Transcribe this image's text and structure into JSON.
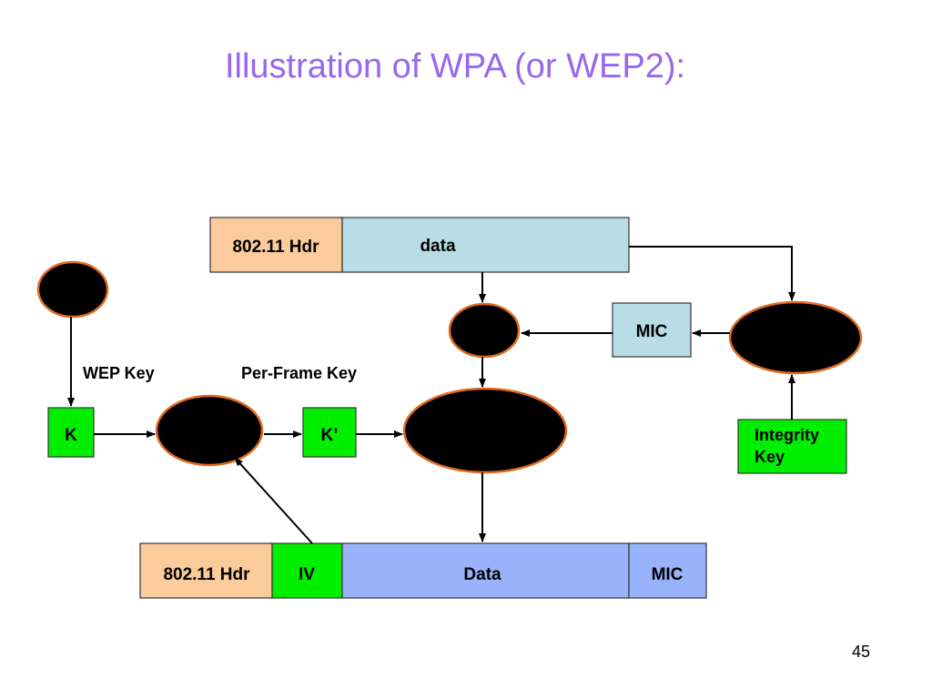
{
  "title": "Illustration of WPA (or WEP2):",
  "page_number": "45",
  "colors": {
    "title": "#9966ee",
    "header_fill": "#fccb9c",
    "plain_data_fill": "#b8dde6",
    "encrypted_fill": "#99b2fc",
    "key_fill": "#00ee00",
    "op_fill": "#000000",
    "op_outline": "#e06a1e"
  },
  "top_frame": {
    "header": "802.11 Hdr",
    "data": "data"
  },
  "labels": {
    "wep_key": "WEP Key",
    "per_frame_key": "Per-Frame Key"
  },
  "boxes": {
    "k": "K",
    "k_prime": "K’",
    "mic": "MIC",
    "integrity_key_line1": "Integrity",
    "integrity_key_line2": "Key"
  },
  "bottom_frame": {
    "header": "802.11 Hdr",
    "iv": "IV",
    "data": "Data",
    "mic": "MIC"
  }
}
